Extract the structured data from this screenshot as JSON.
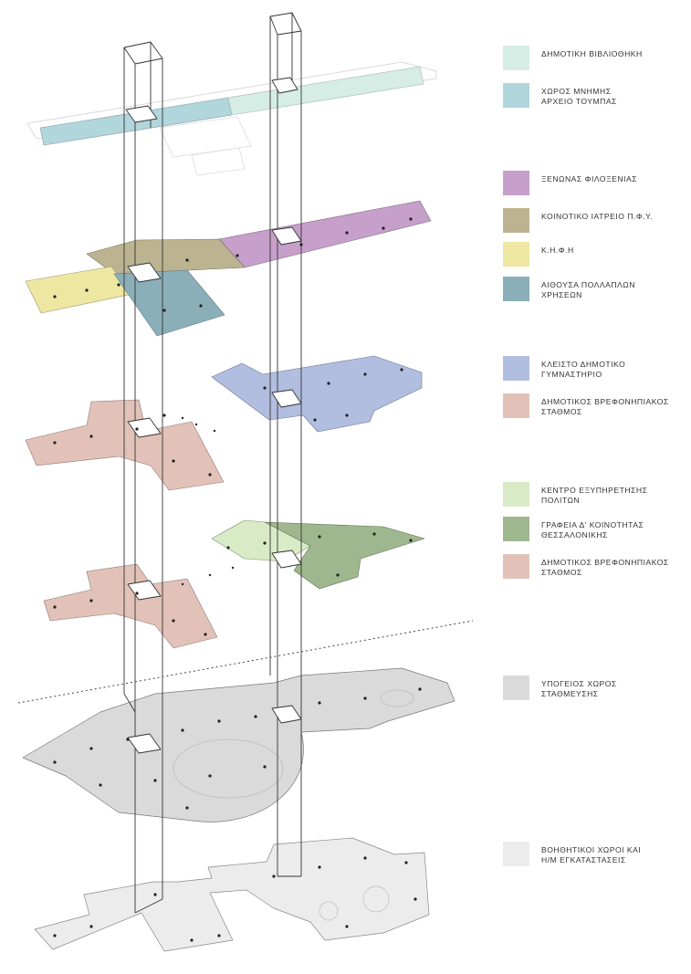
{
  "legend": [
    {
      "label": "ΔΗΜΟΤΙΚΗ ΒΙΒΛΙΟΘΗΚΗ",
      "color": "#d6ede6"
    },
    {
      "label": "ΧΩΡΟΣ ΜΝΗΜΗΣ\nΑΡΧΕΙΟ ΤΟΥΜΠΑΣ",
      "color": "#b1d6dc"
    },
    {
      "label": "ΞΕΝΩΝΑΣ ΦΙΛΟΞΕΝΙΑΣ",
      "color": "#c79fcb"
    },
    {
      "label": "ΚΟΙΝΟΤΙΚΟ ΙΑΤΡΕΙΟ Π.Φ.Υ.",
      "color": "#bcb391"
    },
    {
      "label": "Κ.Η.Φ.Η",
      "color": "#ede7a2"
    },
    {
      "label": "ΑΙΘΟΥΣΑ ΠΟΛΛΑΠΛΩΝ\nΧΡΗΣΕΩΝ",
      "color": "#8bafb8"
    },
    {
      "label": "ΚΛΕΙΣΤΟ ΔΗΜΟΤΙΚΟ\nΓΥΜΝΑΣΤΗΡΙΟ",
      "color": "#b1bedf"
    },
    {
      "label": "ΔΗΜΟΤΙΚΟΣ ΒΡΕΦΟΝΗΠΙΑΚΟΣ\nΣΤΑΘΜΟΣ",
      "color": "#e2c2b8"
    },
    {
      "label": "ΚΕΝΤΡΟ ΕΞΥΠΗΡΕΤΗΣΗΣ\nΠΟΛΙΤΩΝ",
      "color": "#d8ebc6"
    },
    {
      "label": "ΓΡΑΦΕΙΑ Δ' ΚΟΙΝΟΤΗΤΑΣ\nΘΕΣΣΑΛΟΝΙΚΗΣ",
      "color": "#9fb78e"
    },
    {
      "label": "ΔΗΜΟΤΙΚΟΣ ΒΡΕΦΟΝΗΠΙΑΚΟΣ\nΣΤΑΘΜΟΣ",
      "color": "#e2c2b8"
    },
    {
      "label": "ΥΠΟΓΕΙΟΣ ΧΩΡΟΣ\nΣΤΑΘΜΕΥΣΗΣ",
      "color": "#dadada"
    },
    {
      "label": "ΒΟΗΘΗΤΙΚΟΙ ΧΩΡΟΙ ΚΑΙ\nΗ/Μ ΕΓΚΑΤΑΣΤΑΣΕΙΣ",
      "color": "#ececec"
    }
  ]
}
